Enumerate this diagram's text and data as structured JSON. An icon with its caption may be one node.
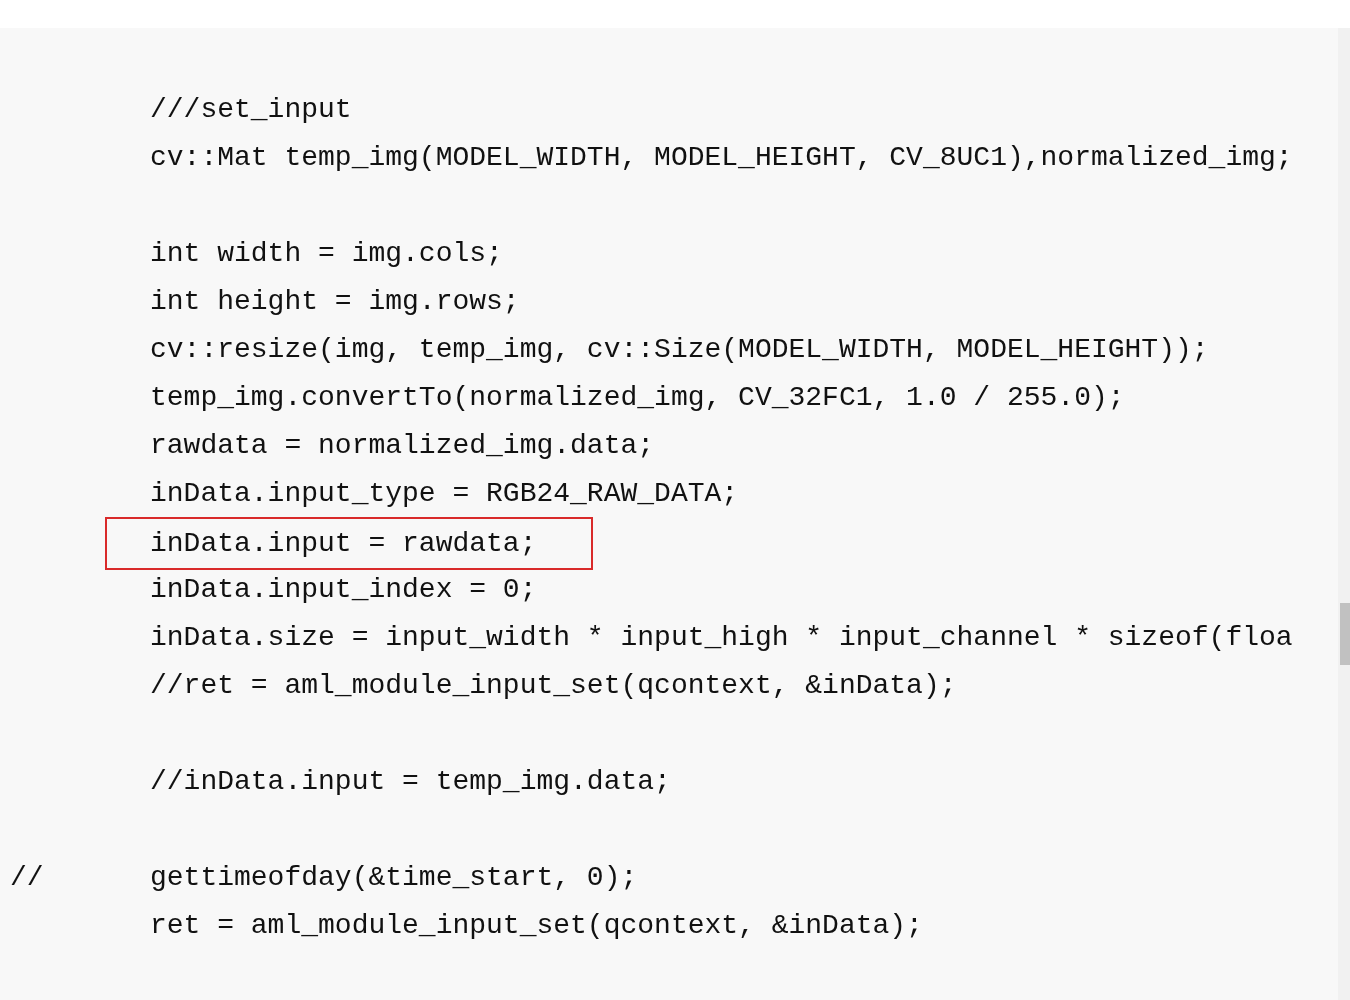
{
  "diagram": {
    "nodes": [
      {
        "text": [
          "inData.input = rawdata;"
        ]
      }
    ],
    "labels": [
      "///set_input",
      "cv::Mat temp_img(MODEL_WIDTH, MODEL_HEIGHT, CV_8UC1),normalized_img;",
      "int width = img.cols;",
      "int height = img.rows;",
      "cv::resize(img, temp_img, cv::Size(MODEL_WIDTH, MODEL_HEIGHT));",
      "temp_img.convertTo(normalized_img, CV_32FC1, 1.0 / 255.0);",
      "rawdata = normalized_img.data;",
      "inData.input_type = RGB24_RAW_DATA;",
      "inData.input_index = 0;",
      "inData.size = input_width * input_high * input_channel * sizeof(floa",
      "//ret = aml_module_input_set(qcontext, &inData);",
      "//inData.input = temp_img.data;",
      "//",
      "gettimeofday(&time_start, 0);",
      "ret = aml_module_input_set(qcontext, &inData);"
    ]
  }
}
